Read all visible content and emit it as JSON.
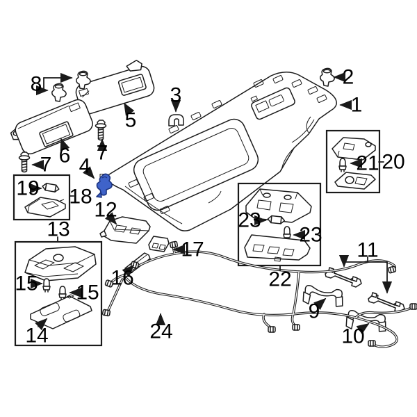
{
  "diagram": {
    "background_color": "#ffffff",
    "line_color": "#1a1a1a",
    "highlight_fill": "#3f63c9",
    "highlight_stroke": "#1c3480",
    "callouts": {
      "c1": "1",
      "c2": "2",
      "c3": "3",
      "c4": "4",
      "c5": "5",
      "c6": "6",
      "c7a": "7",
      "c7b": "7",
      "c8": "8",
      "c9": "9",
      "c10": "10",
      "c11": "11",
      "c12": "12",
      "c13": "13",
      "c14": "14",
      "c15a": "15",
      "c15b": "15",
      "c16": "16",
      "c17": "17",
      "c18": "18",
      "c19": "19",
      "c20": "20",
      "c21": "21",
      "c22": "22",
      "c23a": "23",
      "c23b": "23",
      "c24": "24"
    }
  }
}
